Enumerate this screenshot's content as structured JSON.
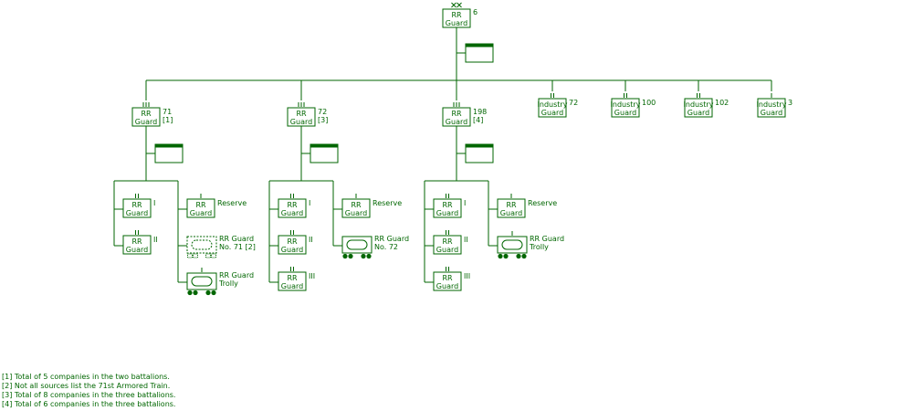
{
  "colors": {
    "line": "#006600",
    "fill": "#ffffff"
  },
  "division": {
    "type": [
      "RR",
      "Guard"
    ],
    "number": "6",
    "echelon": "XX"
  },
  "regiments": [
    {
      "type": [
        "RR",
        "Guard"
      ],
      "number": "71",
      "note": "[1]",
      "echelon": "III",
      "battalions": [
        {
          "type": [
            "RR",
            "Guard"
          ],
          "label": "I",
          "echelon": "II"
        },
        {
          "type": [
            "RR",
            "Guard"
          ],
          "label": "II",
          "echelon": "II"
        }
      ],
      "units": [
        {
          "kind": "company",
          "type": [
            "RR",
            "Guard"
          ],
          "label": [
            "Reserve"
          ],
          "echelon": "I"
        },
        {
          "kind": "train",
          "dotted": true,
          "label": [
            "RR Guard",
            "No. 71 [2]"
          ]
        },
        {
          "kind": "trolly",
          "echelon": "I",
          "label": [
            "RR Guard",
            "Trolly"
          ]
        }
      ]
    },
    {
      "type": [
        "RR",
        "Guard"
      ],
      "number": "72",
      "note": "[3]",
      "echelon": "III",
      "battalions": [
        {
          "type": [
            "RR",
            "Guard"
          ],
          "label": "I",
          "echelon": "II"
        },
        {
          "type": [
            "RR",
            "Guard"
          ],
          "label": "II",
          "echelon": "II"
        },
        {
          "type": [
            "RR",
            "Guard"
          ],
          "label": "III",
          "echelon": "II"
        }
      ],
      "units": [
        {
          "kind": "company",
          "type": [
            "RR",
            "Guard"
          ],
          "label": [
            "Reserve"
          ],
          "echelon": "I"
        },
        {
          "kind": "train",
          "dotted": false,
          "label": [
            "RR Guard",
            "No. 72"
          ]
        }
      ]
    },
    {
      "type": [
        "RR",
        "Guard"
      ],
      "number": "198",
      "note": "[4]",
      "echelon": "III",
      "battalions": [
        {
          "type": [
            "RR",
            "Guard"
          ],
          "label": "I",
          "echelon": "II"
        },
        {
          "type": [
            "RR",
            "Guard"
          ],
          "label": "II",
          "echelon": "II"
        },
        {
          "type": [
            "RR",
            "Guard"
          ],
          "label": "III",
          "echelon": "II"
        }
      ],
      "units": [
        {
          "kind": "company",
          "type": [
            "RR",
            "Guard"
          ],
          "label": [
            "Reserve"
          ],
          "echelon": "I"
        },
        {
          "kind": "trolly",
          "echelon": "I",
          "label": [
            "RR Guard",
            "Trolly"
          ]
        }
      ]
    }
  ],
  "industry_guards": [
    {
      "type": [
        "Industry",
        "Guard"
      ],
      "number": "72",
      "echelon": "II"
    },
    {
      "type": [
        "Industry",
        "Guard"
      ],
      "number": "100",
      "echelon": "II"
    },
    {
      "type": [
        "Industry",
        "Guard"
      ],
      "number": "102",
      "echelon": "II"
    },
    {
      "type": [
        "Industry",
        "Guard"
      ],
      "number": "3",
      "echelon": "I"
    }
  ],
  "footnotes": [
    "[1] Total of 5 companies in the two battalions.",
    "[2] Not all sources list the 71st Armored Train.",
    "[3] Total of 8 companies in the three battalions.",
    "[4] Total of 6 companies in the three battalions."
  ]
}
